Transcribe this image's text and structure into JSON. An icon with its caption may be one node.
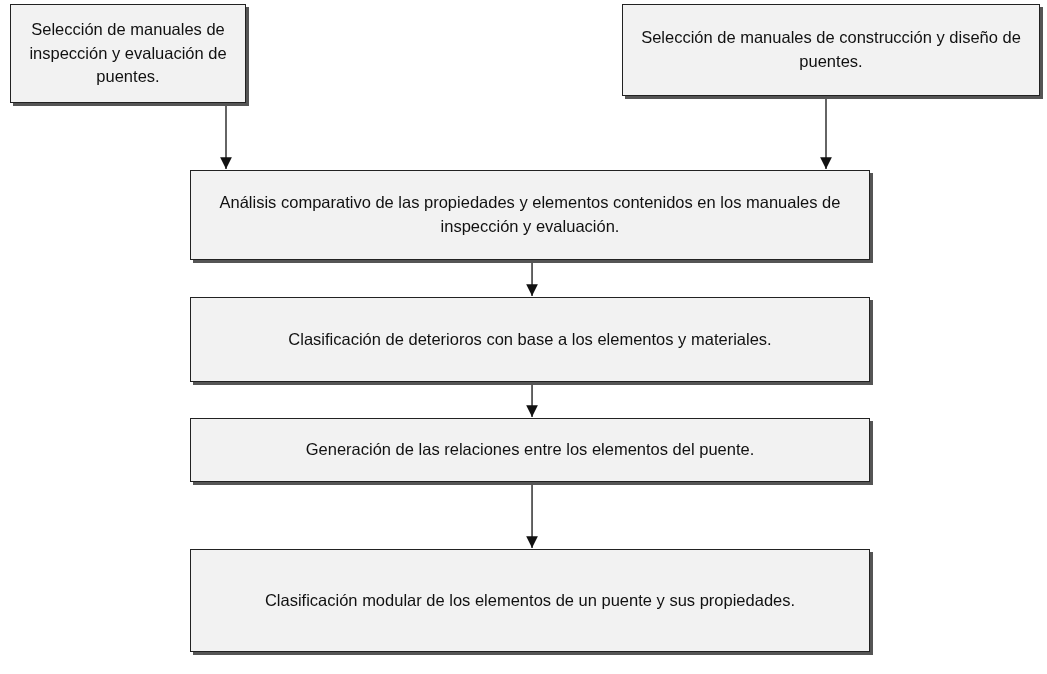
{
  "diagram": {
    "nodes": [
      {
        "text": [
          "Selección de manuales de inspección y evaluación de puentes."
        ]
      },
      {
        "text": [
          "Selección de manuales de construcción y diseño de puentes."
        ]
      },
      {
        "text": [
          "Análisis comparativo de las propiedades y elementos contenidos en los manuales de inspección y evaluación."
        ]
      },
      {
        "text": [
          "Clasificación de deterioros con base a los elementos y materiales."
        ]
      },
      {
        "text": [
          "Generación de las relaciones entre los elementos del puente."
        ]
      },
      {
        "text": [
          "Clasificación modular de los elementos de un puente y sus propiedades."
        ]
      }
    ],
    "edges": [
      {
        "from": 0,
        "to": 2,
        "arrow": "to"
      },
      {
        "from": 1,
        "to": 2,
        "arrow": "to"
      },
      {
        "from": 2,
        "to": 3,
        "arrow": "to"
      },
      {
        "from": 3,
        "to": 4,
        "arrow": "to"
      },
      {
        "from": 4,
        "to": 5,
        "arrow": "to"
      }
    ]
  }
}
